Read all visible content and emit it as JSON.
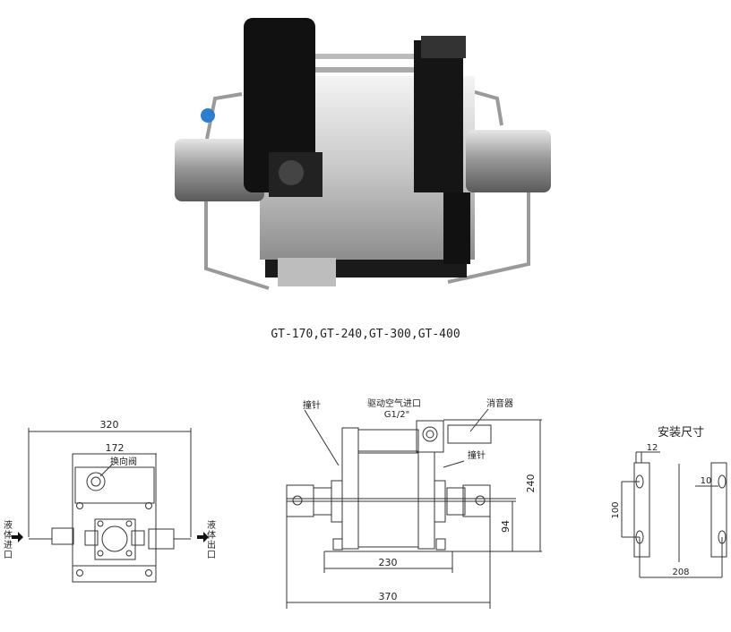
{
  "caption": "GT-170,GT-240,GT-300,GT-400",
  "front_view": {
    "dim_width": "320",
    "dim_body": "172",
    "valve_label": "换向阀",
    "inlet_label": [
      "液",
      "体",
      "进",
      "口"
    ],
    "outlet_label": [
      "液",
      "体",
      "出",
      "口"
    ]
  },
  "side_view": {
    "striker_label_left": "撞针",
    "striker_label_right": "撞针",
    "air_inlet_label": "驱动空气进口",
    "air_inlet_thread": "G1/2\"",
    "muffler_label": "消音器",
    "dim_height": "240",
    "dim_center_height": "94",
    "dim_base": "230",
    "dim_length": "370"
  },
  "mount_view": {
    "title": "安装尺寸",
    "dim_bracket_width": "12",
    "dim_slot": "10",
    "dim_hole_spacing": "100",
    "dim_bracket_spacing": "208"
  }
}
